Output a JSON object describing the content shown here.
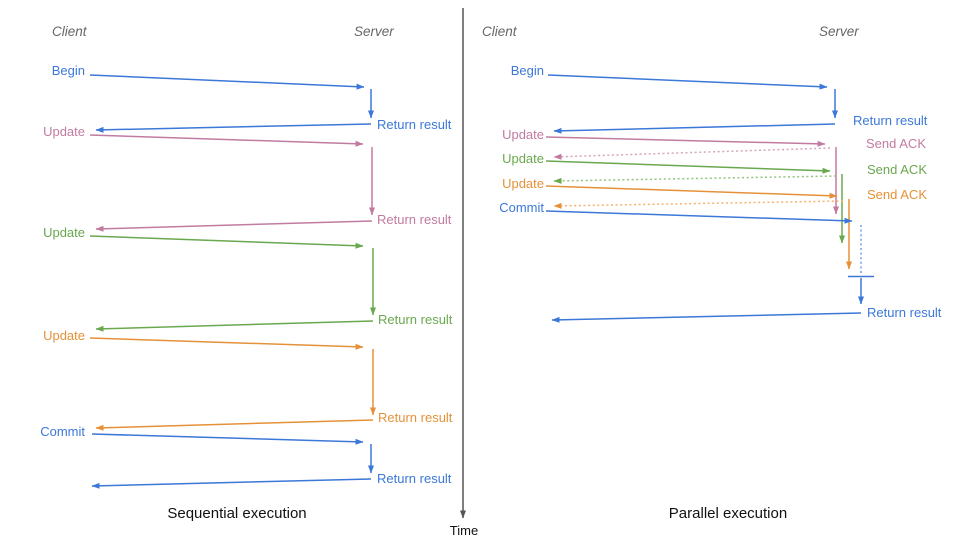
{
  "diagram": {
    "time_axis_label": "Time"
  },
  "colors": {
    "blue": "#3c78d8",
    "pink": "#c27ba0",
    "green": "#6aa84f",
    "orange": "#e69138",
    "blue_light": "#6d9eeb",
    "pink_light": "#d5a6bd",
    "green_light": "#93c47d",
    "orange_light": "#f6b26b",
    "axis_gray": "#555555",
    "header_gray": "#666666",
    "title_black": "#111111"
  },
  "sequential": {
    "title": "Sequential execution",
    "client_header": "Client",
    "server_header": "Server",
    "messages": [
      {
        "request": "Begin",
        "response": "Return result",
        "color": "blue"
      },
      {
        "request": "Update",
        "response": "Return result",
        "color": "pink"
      },
      {
        "request": "Update",
        "response": "Return result",
        "color": "green"
      },
      {
        "request": "Update",
        "response": "Return result",
        "color": "orange"
      },
      {
        "request": "Commit",
        "response": "Return result",
        "color": "blue"
      }
    ]
  },
  "parallel": {
    "title": "Parallel execution",
    "client_header": "Client",
    "server_header": "Server",
    "messages": [
      {
        "request": "Begin",
        "response": "Return result",
        "color": "blue"
      },
      {
        "request": "Update",
        "response": "Send ACK",
        "color": "pink"
      },
      {
        "request": "Update",
        "response": "Send ACK",
        "color": "green"
      },
      {
        "request": "Update",
        "response": "Send ACK",
        "color": "orange"
      },
      {
        "request": "Commit",
        "response": "Return result",
        "color": "blue"
      }
    ]
  }
}
